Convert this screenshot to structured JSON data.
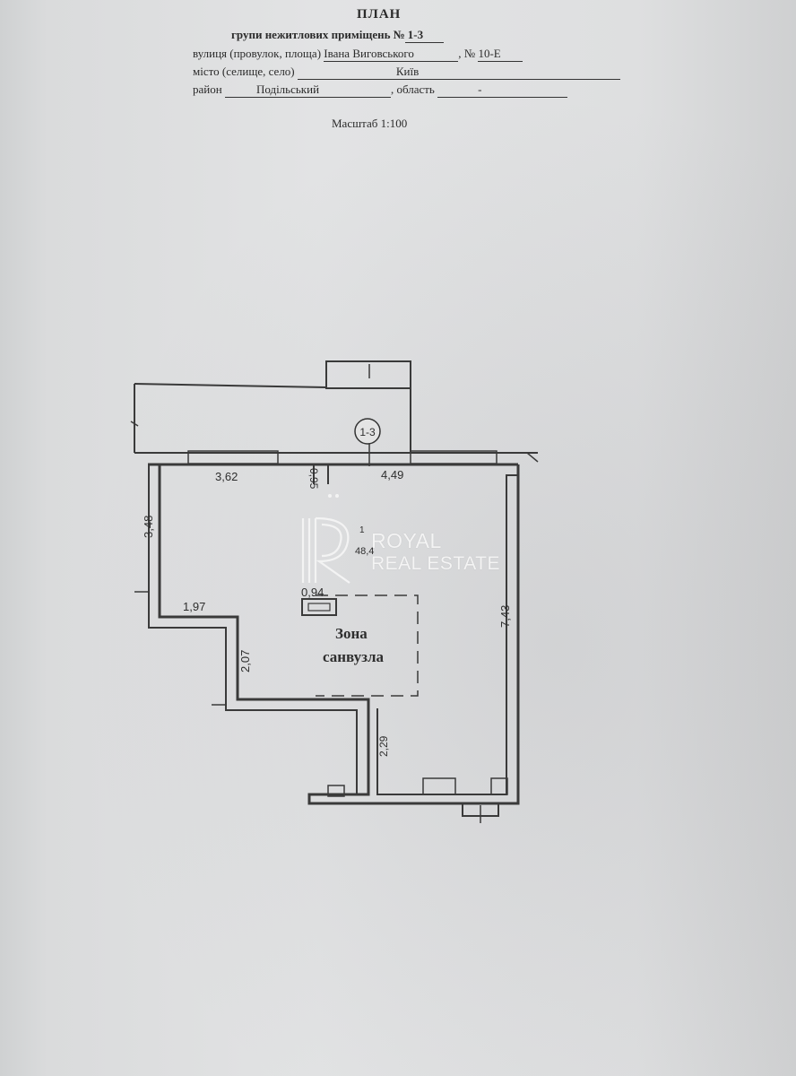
{
  "header": {
    "title": "ПЛАН",
    "subtitle_prefix": "групи нежитлових приміщень №",
    "group_number": "1-3",
    "street_label": "вулиця (провулок, площа)",
    "street_value": "Івана Виговського",
    "house_label": ", №",
    "house_value": "10-Е",
    "city_label": "місто (селище, село)",
    "city_value": "Київ",
    "district_label": "район",
    "district_value": "Подільський",
    "region_label": ", область",
    "region_value": "-",
    "scale": "Масштаб 1:100"
  },
  "plan": {
    "group_marker": "1-3",
    "room_number": "1",
    "room_area": "48,4",
    "zone_label_line1": "Зона",
    "zone_label_line2": "санвузла",
    "dimensions": {
      "top_left": "3,62",
      "door_gap": "0,95",
      "top_right": "4,49",
      "left_upper": "3,48",
      "step_horizontal": "1,97",
      "step_vertical": "2,07",
      "lower_vertical": "2,29",
      "right_wall": "7,43",
      "inner_small": "0,94"
    }
  },
  "watermark": {
    "brand_line1": "ROYAL",
    "brand_line2": "REAL ESTATE",
    "color": "#ffffff"
  }
}
